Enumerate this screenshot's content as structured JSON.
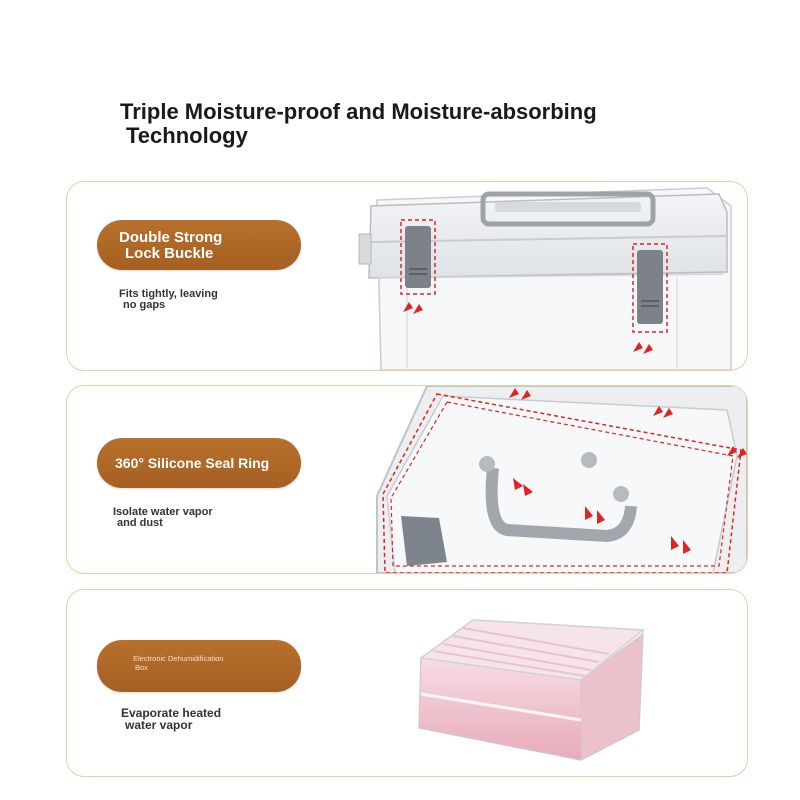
{
  "header": {
    "title_line1": "Triple Moisture-proof and Moisture-absorbing",
    "title_line2": "Technology"
  },
  "features": [
    {
      "label_line1": "Double Strong",
      "label_line2": "Lock Buckle",
      "desc_line1": "Fits tightly, leaving",
      "desc_line2": "no gaps"
    },
    {
      "label": "360° Silicone Seal Ring",
      "desc_line1": "Isolate water vapor",
      "desc_line2": "and dust"
    },
    {
      "label_line1": "Electronic Dehumidification",
      "label_line2": "Box",
      "desc_line1": "Evaporate heated",
      "desc_line2": "water vapor"
    }
  ],
  "colors": {
    "accent_pill": "#a8621f",
    "card_border": "#efcaa3",
    "marker": "#e02424"
  },
  "icons": [
    "up-arrows-icon",
    "down-arrows-icon"
  ]
}
